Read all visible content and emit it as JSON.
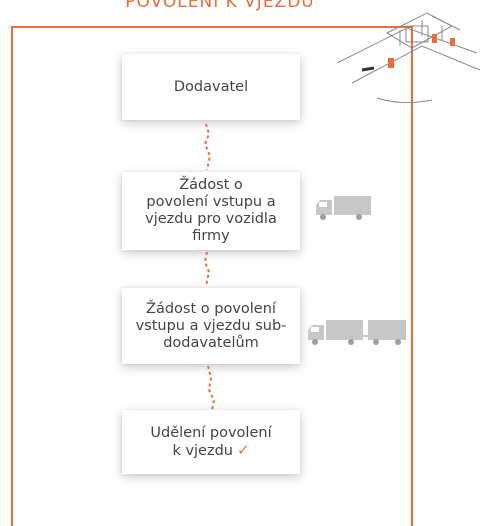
{
  "title": "POVOLENÍ K VJEZDU",
  "steps": [
    {
      "label": "Dodavatel"
    },
    {
      "label": "Žádost o\npovolení vstupu a\nvjezdu pro vozidla\nfirmy"
    },
    {
      "label": "Žádost o povolení\nvstupu a vjezdu sub-\ndodavatelům"
    },
    {
      "label": "Udělení povolení\nk vjezdu"
    }
  ],
  "check_icon": "checkmark-icon",
  "colors": {
    "accent": "#ea6d3a",
    "truck": "#c7c7c7",
    "text": "#444444"
  }
}
